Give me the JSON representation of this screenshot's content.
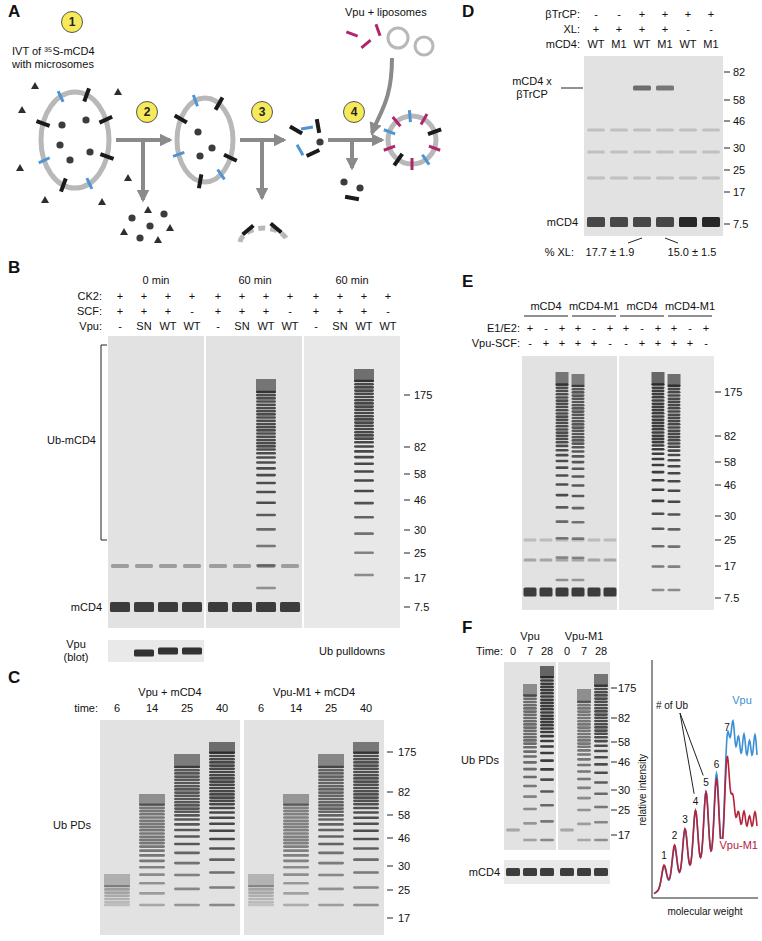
{
  "diagram": {
    "nodes": [
      {
        "text": [
          "1"
        ]
      },
      {
        "text": [
          "2"
        ]
      },
      {
        "text": [
          "3"
        ]
      },
      {
        "text": [
          "4"
        ]
      }
    ],
    "labels": [
      "A",
      "IVT of ³⁵S-mCD4 with microsomes",
      "Vpu + liposomes",
      "B",
      "0 min",
      "60 min",
      "60 min",
      "CK2:",
      "SCF:",
      "Vpu:",
      "+",
      "+",
      "+",
      "+",
      "+",
      "+",
      "+",
      "+",
      "+",
      "+",
      "+",
      "+",
      "+",
      "+",
      "+",
      "-",
      "+",
      "+",
      "+",
      "-",
      "+",
      "+",
      "+",
      "-",
      "-",
      "SN",
      "WT",
      "WT",
      "-",
      "SN",
      "WT",
      "WT",
      "-",
      "SN",
      "WT",
      "WT",
      "Ub-mCD4",
      "mCD4",
      "175",
      "82",
      "58",
      "46",
      "30",
      "25",
      "17",
      "7.5",
      "Ub pulldowns",
      "Vpu (blot)",
      "C",
      "Vpu + mCD4",
      "Vpu-M1 + mCD4",
      "time:",
      "6",
      "14",
      "25",
      "40",
      "6",
      "14",
      "25",
      "40",
      "Ub PDs",
      "175",
      "82",
      "58",
      "46",
      "30",
      "25",
      "17",
      "D",
      "βTrCP:",
      "XL:",
      "mCD4:",
      "-",
      "-",
      "+",
      "+",
      "+",
      "+",
      "+",
      "+",
      "+",
      "+",
      "-",
      "-",
      "WT",
      "M1",
      "WT",
      "M1",
      "WT",
      "M1",
      "mCD4 x βTrCP",
      "mCD4",
      "82",
      "58",
      "46",
      "30",
      "25",
      "17",
      "7.5",
      "% XL:",
      "17.7 ± 1.9",
      "15.0 ± 1.5",
      "E",
      "mCD4",
      "mCD4-M1",
      "mCD4",
      "mCD4-M1",
      "E1/E2:",
      "Vpu-SCF:",
      "+",
      "-",
      "+",
      "+",
      "-",
      "+",
      "+",
      "-",
      "+",
      "+",
      "-",
      "+",
      "-",
      "+",
      "+",
      "+",
      "+",
      "-",
      "-",
      "+",
      "+",
      "+",
      "+",
      "-",
      "175",
      "82",
      "58",
      "46",
      "30",
      "25",
      "17",
      "7.5",
      "F",
      "Vpu",
      "Vpu-M1",
      "Time:",
      "0",
      "7",
      "28",
      "0",
      "7",
      "28",
      "Ub PDs",
      "175",
      "82",
      "58",
      "46",
      "30",
      "25",
      "17",
      "mCD4",
      "relative intensity",
      "molecular weight",
      "# of Ub",
      "1",
      "2",
      "3",
      "4",
      "5",
      "6",
      "7",
      "Vpu",
      "Vpu-M1"
    ]
  }
}
